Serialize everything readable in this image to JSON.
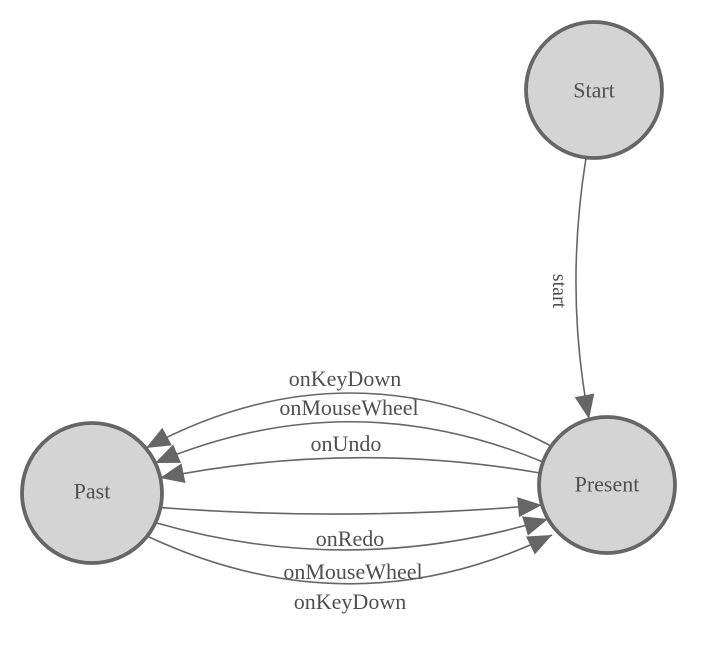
{
  "diagram": {
    "type": "state-machine",
    "colors": {
      "background": "#ffffff",
      "node_fill": "#d4d4d4",
      "node_stroke": "#666666",
      "edge": "#666666",
      "label_text": "#4f4f4f"
    },
    "nodes": [
      {
        "id": "start",
        "label": "Start"
      },
      {
        "id": "past",
        "label": "Past"
      },
      {
        "id": "present",
        "label": "Present"
      }
    ],
    "edges": [
      {
        "from": "Start",
        "to": "Present",
        "label": "start"
      },
      {
        "from": "Present",
        "to": "Past",
        "label": "onKeyDown"
      },
      {
        "from": "Present",
        "to": "Past",
        "label": "onMouseWheel"
      },
      {
        "from": "Present",
        "to": "Past",
        "label": "onUndo"
      },
      {
        "from": "Past",
        "to": "Present",
        "label": "onRedo"
      },
      {
        "from": "Past",
        "to": "Present",
        "label": "onMouseWheel"
      },
      {
        "from": "Past",
        "to": "Present",
        "label": "onKeyDown"
      }
    ]
  }
}
